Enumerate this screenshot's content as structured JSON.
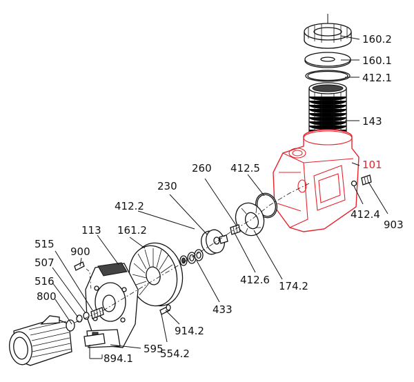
{
  "diagram": {
    "labels": [
      {
        "id": "l1602",
        "text": "160.2"
      },
      {
        "id": "l1601",
        "text": "160.1"
      },
      {
        "id": "l4121",
        "text": "412.1"
      },
      {
        "id": "l143",
        "text": "143"
      },
      {
        "id": "l101",
        "text": "101"
      },
      {
        "id": "l260",
        "text": "260"
      },
      {
        "id": "l4125",
        "text": "412.5"
      },
      {
        "id": "l230",
        "text": "230"
      },
      {
        "id": "l4122",
        "text": "412.2"
      },
      {
        "id": "l113",
        "text": "113"
      },
      {
        "id": "l1612",
        "text": "161.2"
      },
      {
        "id": "l515",
        "text": "515"
      },
      {
        "id": "l900",
        "text": "900"
      },
      {
        "id": "l507",
        "text": "507"
      },
      {
        "id": "l516",
        "text": "516"
      },
      {
        "id": "l800",
        "text": "800"
      },
      {
        "id": "l4124",
        "text": "412.4"
      },
      {
        "id": "l903",
        "text": "903"
      },
      {
        "id": "l4126",
        "text": "412.6"
      },
      {
        "id": "l1742",
        "text": "174.2"
      },
      {
        "id": "l433",
        "text": "433"
      },
      {
        "id": "l9142",
        "text": "914.2"
      },
      {
        "id": "l595",
        "text": "595"
      },
      {
        "id": "l8941",
        "text": "894.1"
      },
      {
        "id": "l5542",
        "text": "554.2"
      }
    ],
    "highlight_color": "#e8202a",
    "line_color": "#111111"
  }
}
